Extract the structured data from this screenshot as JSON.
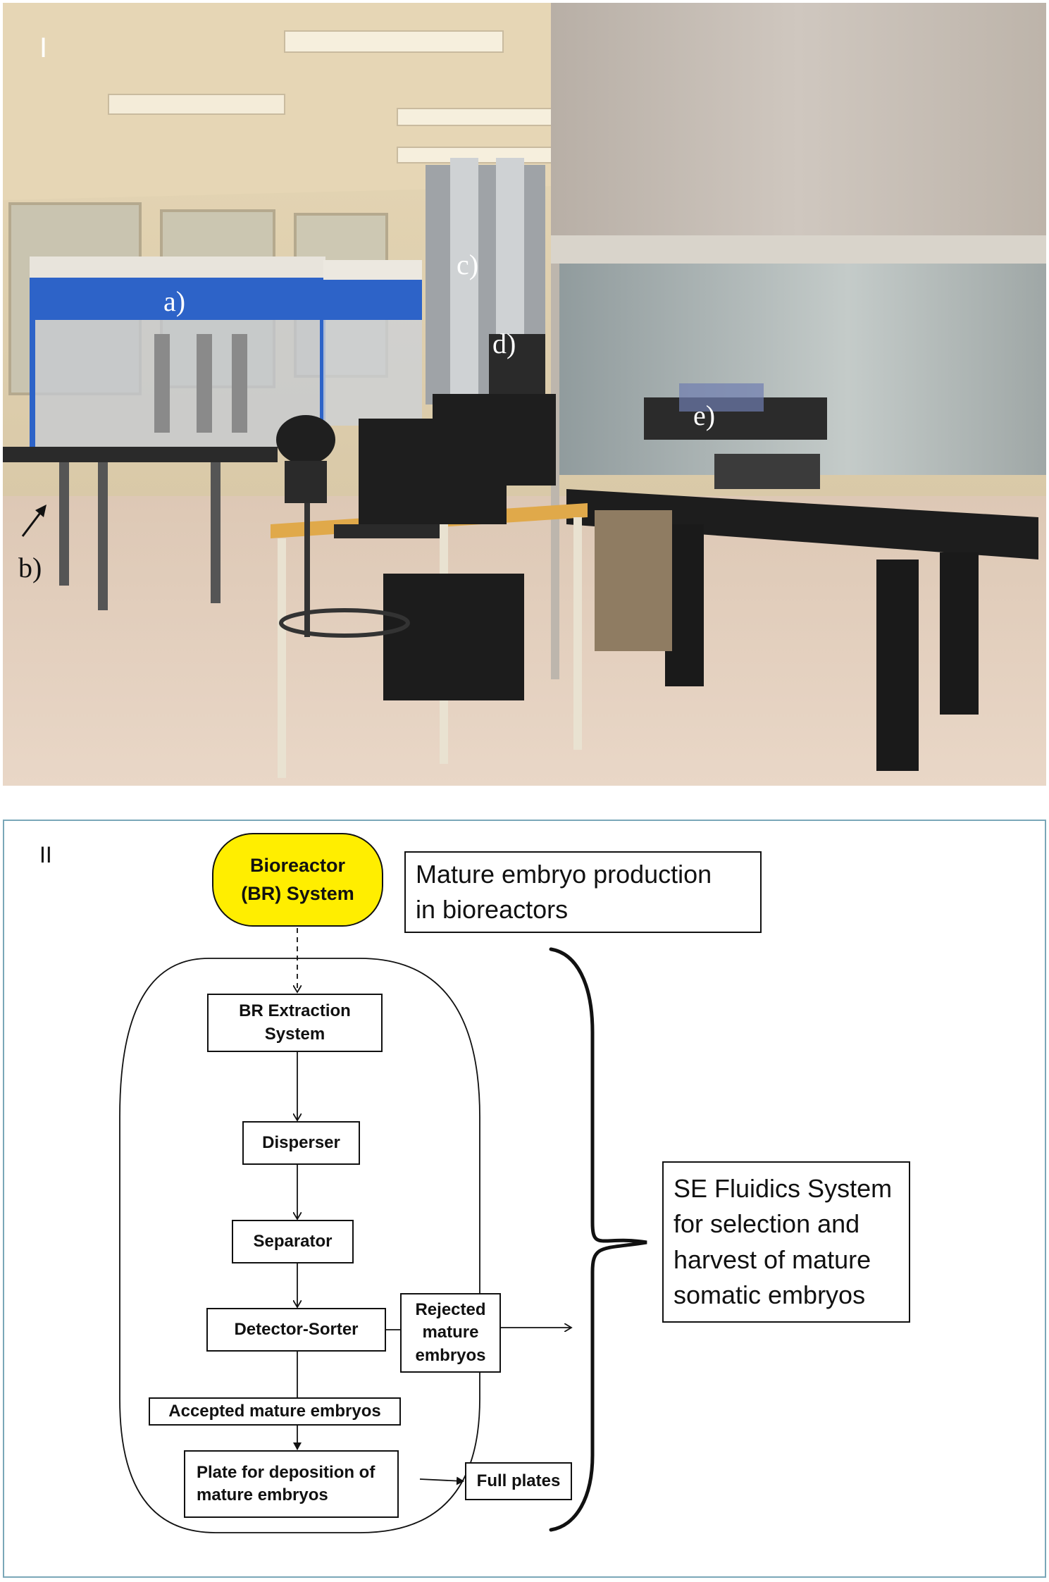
{
  "panel_photo": {
    "label": "I",
    "tags": {
      "a": "a)",
      "b": "b)",
      "c": "c)",
      "d": "d)",
      "e": "e)"
    }
  },
  "panel_diagram": {
    "label": "II",
    "bioreactor": {
      "line1": "Bioreactor",
      "line2": "(BR) System"
    },
    "note_top": {
      "line1": "Mature embryo production",
      "line2": "in bioreactors"
    },
    "boxes": {
      "extraction": {
        "line1": "BR Extraction",
        "line2": "System"
      },
      "disperser": "Disperser",
      "separator": "Separator",
      "detector": "Detector-Sorter",
      "rejected": {
        "line1": "Rejected",
        "line2": "mature",
        "line3": "embryos"
      },
      "accepted": "Accepted mature embryos",
      "plate": {
        "line1": "Plate for deposition of",
        "line2": "mature embryos"
      },
      "full_plates": "Full plates"
    },
    "note_side": {
      "line1": "SE Fluidics System",
      "line2": "for selection and",
      "line3": "harvest of mature",
      "line4": "somatic embryos"
    }
  }
}
